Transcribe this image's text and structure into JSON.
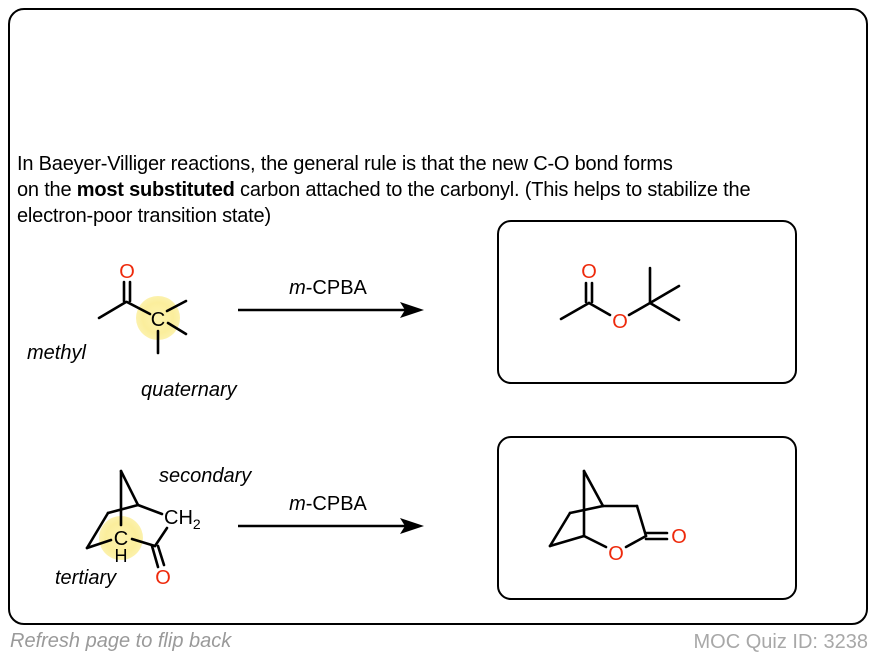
{
  "intro": {
    "line1": "In Baeyer-Villiger reactions, the general rule is that the new C-O bond forms",
    "line2_pre": "on the ",
    "line2_bold": "most substituted",
    "line2_post": " carbon attached to the carbonyl. (This helps to stabilize the",
    "line3": "electron-poor transition state)"
  },
  "reaction1": {
    "reagent_italic": "m",
    "reagent_rest": "-CPBA",
    "labels": {
      "methyl": "methyl",
      "quaternary": "quaternary",
      "carbon": "C",
      "oxygen": "O"
    },
    "product_atoms": {
      "carbonyl_o": "O",
      "ester_o": "O"
    }
  },
  "reaction2": {
    "reagent_italic": "m",
    "reagent_rest": "-CPBA",
    "labels": {
      "secondary": "secondary",
      "tertiary": "tertiary",
      "ch2": "CH",
      "ch2_sub": "2",
      "c": "C",
      "h": "H",
      "oxygen": "O"
    },
    "product_atoms": {
      "ring_o": "O",
      "carbonyl_o": "O"
    }
  },
  "footer": {
    "flip_hint": "Refresh page to flip back",
    "quiz_id": "MOC Quiz ID: 3238"
  },
  "colors": {
    "oxygen": "#ee2a0c",
    "highlight": "#fbef9e",
    "footer": "#9a9a9a"
  }
}
